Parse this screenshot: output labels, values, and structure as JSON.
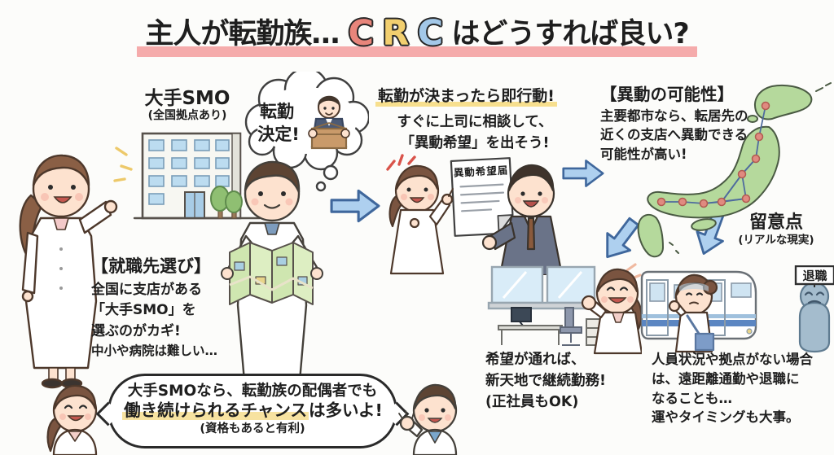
{
  "title": {
    "prefix": "主人が転勤族…",
    "crc_letters": [
      {
        "ch": "C",
        "color": "#e8857b"
      },
      {
        "ch": "R",
        "color": "#f2cf6f"
      },
      {
        "ch": "C",
        "color": "#a3c8e8"
      }
    ],
    "suffix": "はどうすれば良い?"
  },
  "colors": {
    "title_underline": "#f5abab",
    "highlight_yellow": "#f7df8e",
    "bubble_highlight": "#f7e2a0",
    "arrow_fill": "#aed0ef",
    "arrow_stroke": "#3f679c",
    "map_land": "#b5d99c",
    "map_city_dot": "#e08a80",
    "map_route_line": "#4f6b9e"
  },
  "scene_start": {
    "building_label": "大手SMO",
    "building_sublabel": "(全国拠点あり)",
    "thought_lines": [
      "転勤",
      "決定!"
    ],
    "job_choice_heading": "【就職先選び】",
    "job_choice_lines": [
      "全国に支店がある",
      "「大手SMO」を",
      "選ぶのがカギ!",
      "中小や病院は難しい…"
    ]
  },
  "scene_action": {
    "headline": "転勤が決まったら即行動!",
    "lines": [
      "すぐに上司に相談して、",
      "「異動希望」を出そう!"
    ],
    "document_title": "異動希望届"
  },
  "scene_possibility": {
    "heading": "【異動の可能性】",
    "lines": [
      "主要都市なら、転居先の",
      "近くの支店へ異動できる",
      "可能性が高い!"
    ],
    "note_heading": "留意点",
    "note_sub": "(リアルな現実)"
  },
  "scene_success": {
    "lines": [
      "希望が通れば、",
      "新天地で継続勤務!",
      "(正社員もOK)"
    ]
  },
  "scene_caution": {
    "sign_label": "退職",
    "lines": [
      "人員状況や拠点がない場合",
      "は、遠距離通勤や退職に",
      "なることも…",
      "運やタイミングも大事。"
    ]
  },
  "conclusion": {
    "line1": "大手SMOなら、転勤族の配偶者でも",
    "line2_highlight": "働き続けられるチャンス",
    "line2_rest": "は多いよ!",
    "line3": "(資格もあると有利)"
  }
}
